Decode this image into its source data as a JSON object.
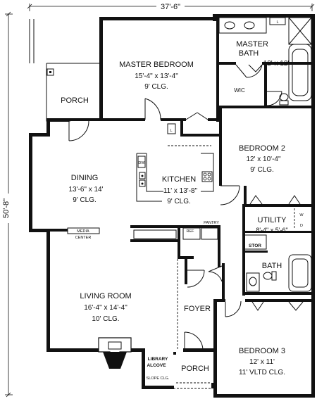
{
  "dimensions": {
    "width": "37'-6\"",
    "depth": "50'-8\""
  },
  "rooms": {
    "master_bedroom": {
      "name": "MASTER BEDROOM",
      "size": "15'-4\" x 13'-4\"",
      "ceiling": "9' CLG."
    },
    "master_bath": {
      "name_line1": "MASTER",
      "name_line2": "BATH",
      "size": "12' x 12'"
    },
    "wic": {
      "name": "WIC"
    },
    "porch_rear": {
      "name": "PORCH"
    },
    "dining": {
      "name": "DINING",
      "size": "13'-6\" x 14'",
      "ceiling": "9' CLG."
    },
    "kitchen": {
      "name": "KITCHEN",
      "size": "11' x 13'-8\"",
      "ceiling": "9' CLG."
    },
    "bedroom2": {
      "name": "BEDROOM 2",
      "size": "12' x 10'-4\"",
      "ceiling": "9' CLG."
    },
    "utility": {
      "name": "UTILITY",
      "size": "8'-4\" x 5'-6\""
    },
    "stor": {
      "name": "STOR"
    },
    "bath": {
      "name": "BATH"
    },
    "living_room": {
      "name": "LIVING ROOM",
      "size": "16'-4\" x 14'-4\"",
      "ceiling": "10' CLG."
    },
    "foyer": {
      "name": "FOYER"
    },
    "bedroom3": {
      "name": "BEDROOM 3",
      "size": "12' x 11'",
      "ceiling": "11' VLTD CLG."
    },
    "library": {
      "name_line1": "LIBRARY",
      "name_line2": "ALCOVE",
      "ceiling": "SLOPE CLG."
    },
    "porch_front": {
      "name": "PORCH"
    }
  },
  "fixtures": {
    "dw": "DW",
    "media_line1": "MEDIA",
    "media_line2": "CENTER",
    "ref": "REF",
    "pantry": "PANTRY",
    "linen_master": "L",
    "linen_hall": "L",
    "washer": "W",
    "dryer": "D"
  }
}
